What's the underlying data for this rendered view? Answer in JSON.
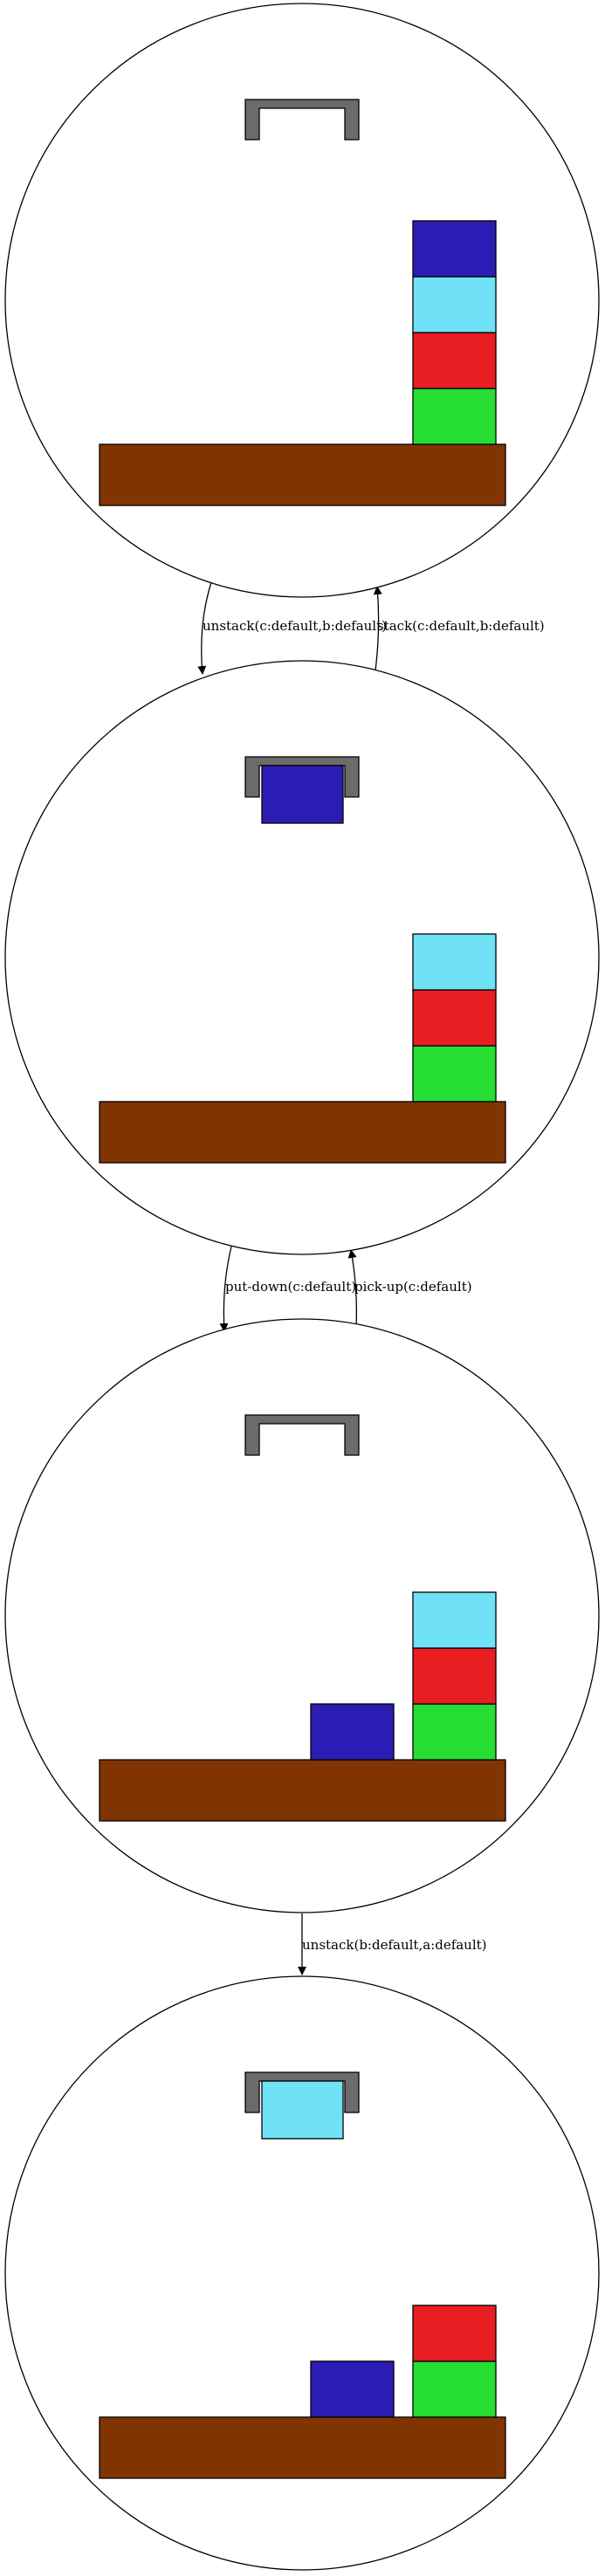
{
  "colors": {
    "table": "#803500",
    "gripper": "#6b6b6b",
    "outline": "#000000",
    "background": "#ffffff"
  },
  "blocks": {
    "c": {
      "color": "#2b1db3"
    },
    "b": {
      "color": "#70e2f8"
    },
    "a": {
      "color": "#e81e22"
    },
    "d": {
      "color": "#26dd34"
    }
  },
  "states": [
    {
      "holding": null,
      "stack": [
        "d",
        "a",
        "b",
        "c"
      ],
      "on_table": []
    },
    {
      "holding": "c",
      "stack": [
        "d",
        "a",
        "b"
      ],
      "on_table": []
    },
    {
      "holding": null,
      "stack": [
        "d",
        "a",
        "b"
      ],
      "on_table": [
        "c"
      ]
    },
    {
      "holding": "b",
      "stack": [
        "d",
        "a"
      ],
      "on_table": [
        "c"
      ]
    }
  ],
  "edges": [
    {
      "from": 0,
      "to": 1,
      "label": "unstack(c:default,b:default)"
    },
    {
      "from": 1,
      "to": 0,
      "label": "stack(c:default,b:default)"
    },
    {
      "from": 1,
      "to": 2,
      "label": "put-down(c:default)"
    },
    {
      "from": 2,
      "to": 1,
      "label": "pick-up(c:default)"
    },
    {
      "from": 2,
      "to": 3,
      "label": "unstack(b:default,a:default)"
    }
  ]
}
